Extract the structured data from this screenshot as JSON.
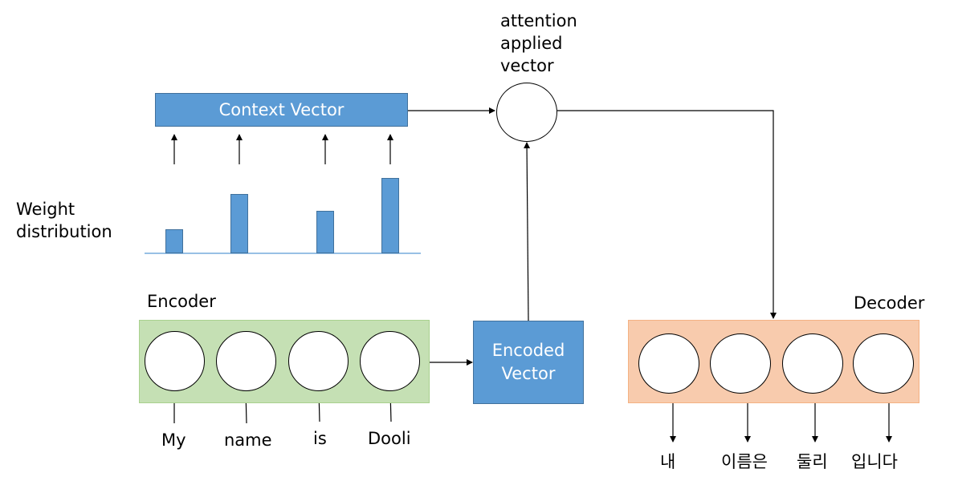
{
  "attention_label": [
    "attention",
    "applied",
    "vector"
  ],
  "context_vector_label": "Context Vector",
  "weight_label": [
    "Weight",
    "distribution"
  ],
  "encoder_label": "Encoder",
  "decoder_label": "Decoder",
  "encoded_vector_label": [
    "Encoded",
    "Vector"
  ],
  "input_words": [
    "My",
    "name",
    "is",
    "Dooli"
  ],
  "output_words": [
    "내",
    "이름은",
    "둘리",
    "입니다"
  ],
  "chart_data": {
    "type": "bar",
    "categories": [
      "My",
      "name",
      "is",
      "Dooli"
    ],
    "values": [
      0.3,
      0.74,
      0.53,
      0.94
    ],
    "ylim": [
      0,
      1
    ],
    "grid": false
  },
  "colors": {
    "context_fill": "#5b9bd5",
    "encoder_fill": "#c5e0b4",
    "decoder_fill": "#f8cbad",
    "encoded_fill": "#5b9bd5",
    "bar_fill": "#5b9bd5",
    "baseline": "#5b9bd5"
  }
}
